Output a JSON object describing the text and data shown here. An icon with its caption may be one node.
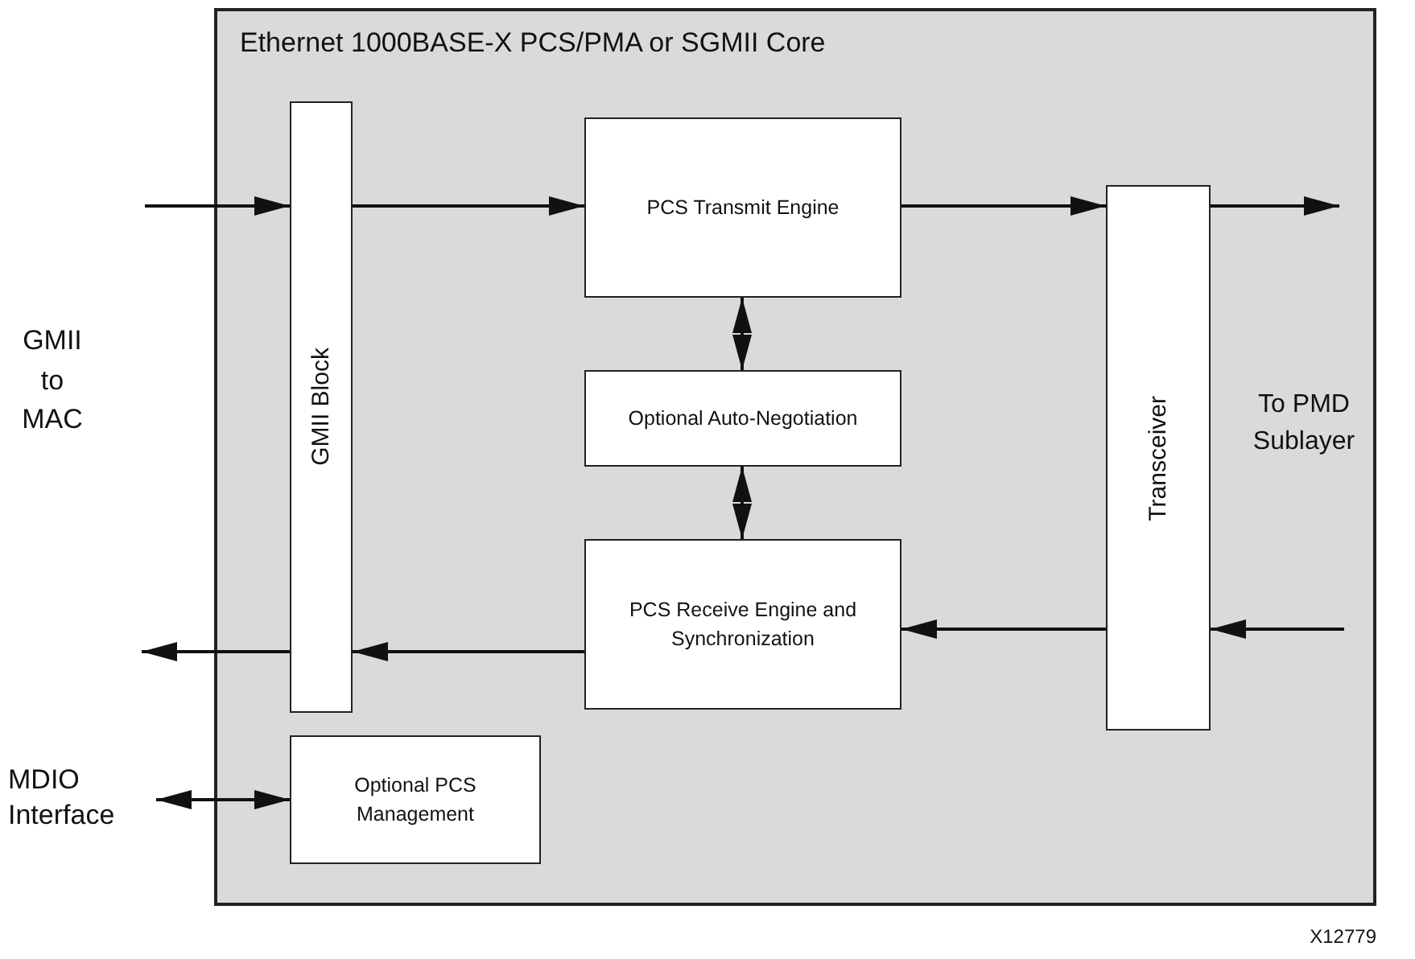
{
  "diagram": {
    "nodes": [
      {
        "text": [
          "Ethernet 1000BASE-X PCS/PMA or SGMII Core"
        ]
      },
      {
        "text": [
          "GMII Block"
        ],
        "in": 0
      },
      {
        "text": [
          "PCS Transmit Engine"
        ],
        "in": 0
      },
      {
        "text": [
          "Optional Auto-Negotiation"
        ],
        "in": 0
      },
      {
        "text": [
          "PCS Receive Engine and Synchronization"
        ],
        "in": 0
      },
      {
        "text": [
          "Transceiver"
        ],
        "in": 0
      },
      {
        "text": [
          "Optional PCS Management"
        ],
        "in": 0
      },
      {
        "text": [
          "MDIO Interface"
        ]
      }
    ],
    "edges": [
      {
        "from": null,
        "to": 1,
        "arrow": "to"
      },
      {
        "from": 1,
        "to": 2,
        "arrow": "to"
      },
      {
        "from": 2,
        "to": 5,
        "arrow": "to"
      },
      {
        "from": 5,
        "to": null,
        "arrow": "to"
      },
      {
        "from": null,
        "to": 5,
        "arrow": "to"
      },
      {
        "from": 5,
        "to": 4,
        "arrow": "to"
      },
      {
        "from": 4,
        "to": 1,
        "arrow": "to"
      },
      {
        "from": 1,
        "to": null,
        "arrow": "to"
      },
      {
        "from": 2,
        "to": 3,
        "arrow": "both"
      },
      {
        "from": 3,
        "to": 4,
        "arrow": "both"
      },
      {
        "from": 7,
        "to": 6,
        "arrow": "both"
      }
    ],
    "labels": [
      "GMII to MAC",
      "To PMD Sublayer",
      "X12779"
    ]
  }
}
